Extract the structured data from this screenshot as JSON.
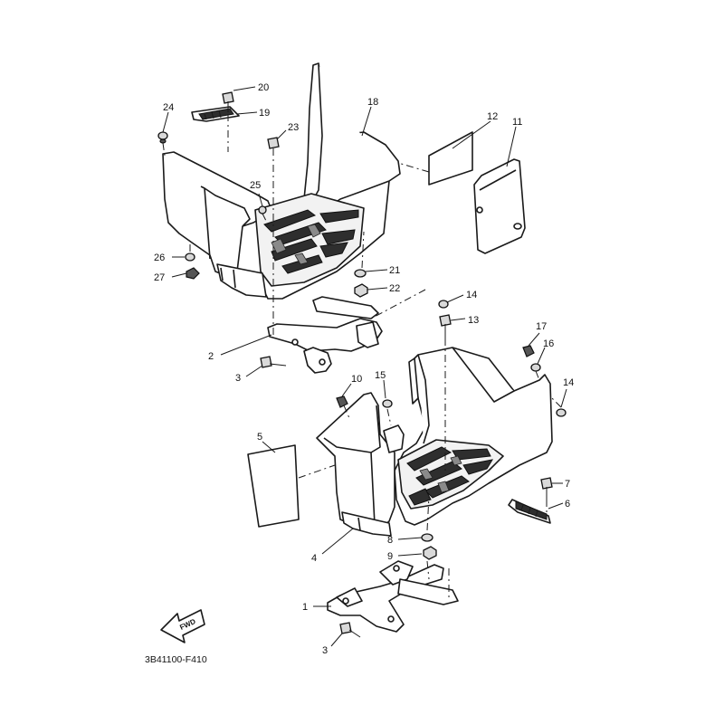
{
  "diagram": {
    "code": "3B41100-F410",
    "fwd_label": "FWD",
    "callouts": [
      {
        "id": "c20",
        "label": "20"
      },
      {
        "id": "c19",
        "label": "19"
      },
      {
        "id": "c24",
        "label": "24"
      },
      {
        "id": "c23",
        "label": "23"
      },
      {
        "id": "c18",
        "label": "18"
      },
      {
        "id": "c12",
        "label": "12"
      },
      {
        "id": "c11",
        "label": "11"
      },
      {
        "id": "c25",
        "label": "25"
      },
      {
        "id": "c26",
        "label": "26"
      },
      {
        "id": "c27",
        "label": "27"
      },
      {
        "id": "c21",
        "label": "21"
      },
      {
        "id": "c22",
        "label": "22"
      },
      {
        "id": "c14a",
        "label": "14"
      },
      {
        "id": "c13",
        "label": "13"
      },
      {
        "id": "c2",
        "label": "2"
      },
      {
        "id": "c3a",
        "label": "3"
      },
      {
        "id": "c17",
        "label": "17"
      },
      {
        "id": "c16",
        "label": "16"
      },
      {
        "id": "c14b",
        "label": "14"
      },
      {
        "id": "c10",
        "label": "10"
      },
      {
        "id": "c15",
        "label": "15"
      },
      {
        "id": "c5",
        "label": "5"
      },
      {
        "id": "c7",
        "label": "7"
      },
      {
        "id": "c6",
        "label": "6"
      },
      {
        "id": "c8",
        "label": "8"
      },
      {
        "id": "c9",
        "label": "9"
      },
      {
        "id": "c4",
        "label": "4"
      },
      {
        "id": "c1",
        "label": "1"
      },
      {
        "id": "c3b",
        "label": "3"
      }
    ]
  }
}
